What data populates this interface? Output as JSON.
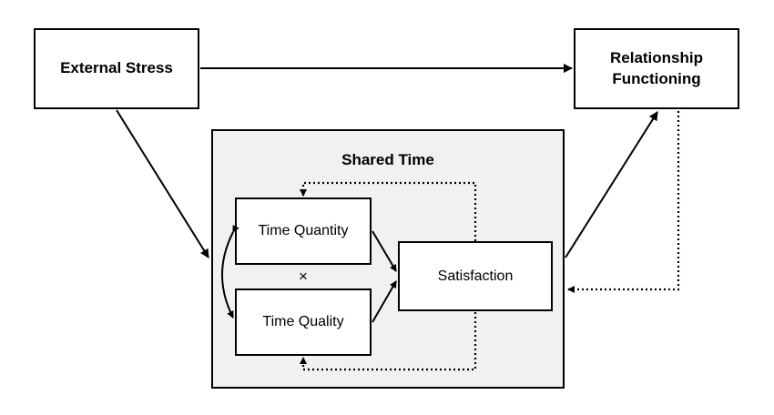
{
  "nodes": {
    "external_stress": "External Stress",
    "relationship_functioning": "Relationship Functioning",
    "shared_time": "Shared Time",
    "time_quantity": "Time Quantity",
    "time_quality": "Time Quality",
    "satisfaction": "Satisfaction"
  },
  "interaction_symbol": "×"
}
